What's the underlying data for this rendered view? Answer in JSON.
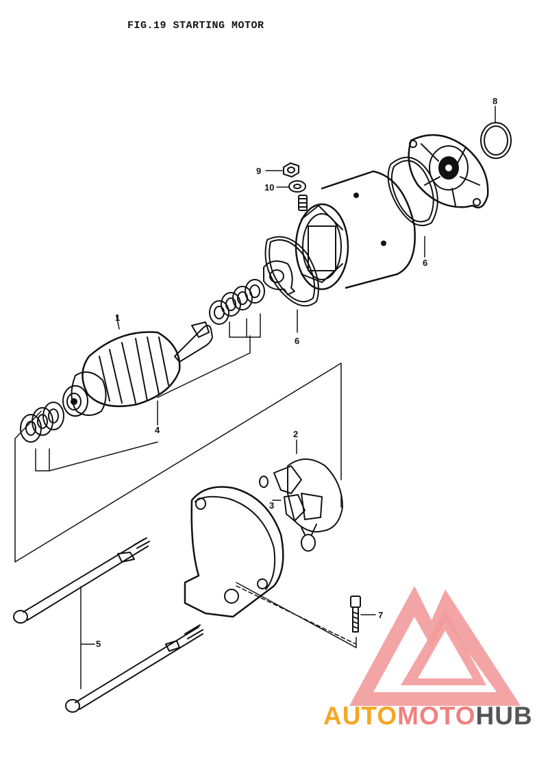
{
  "title": "FIG.19  STARTING MOTOR",
  "callouts": {
    "c1": "1",
    "c2": "2",
    "c3": "3",
    "c4": "4",
    "c5": "5",
    "c6a": "6",
    "c6b": "6",
    "c7": "7",
    "c8": "8",
    "c9": "9",
    "c10": "10"
  },
  "watermark": {
    "part1": "AUTO",
    "part2": "MOTO",
    "part3": "HUB",
    "color1": "#f5a623",
    "color2": "#f08080",
    "color3": "#555555"
  }
}
